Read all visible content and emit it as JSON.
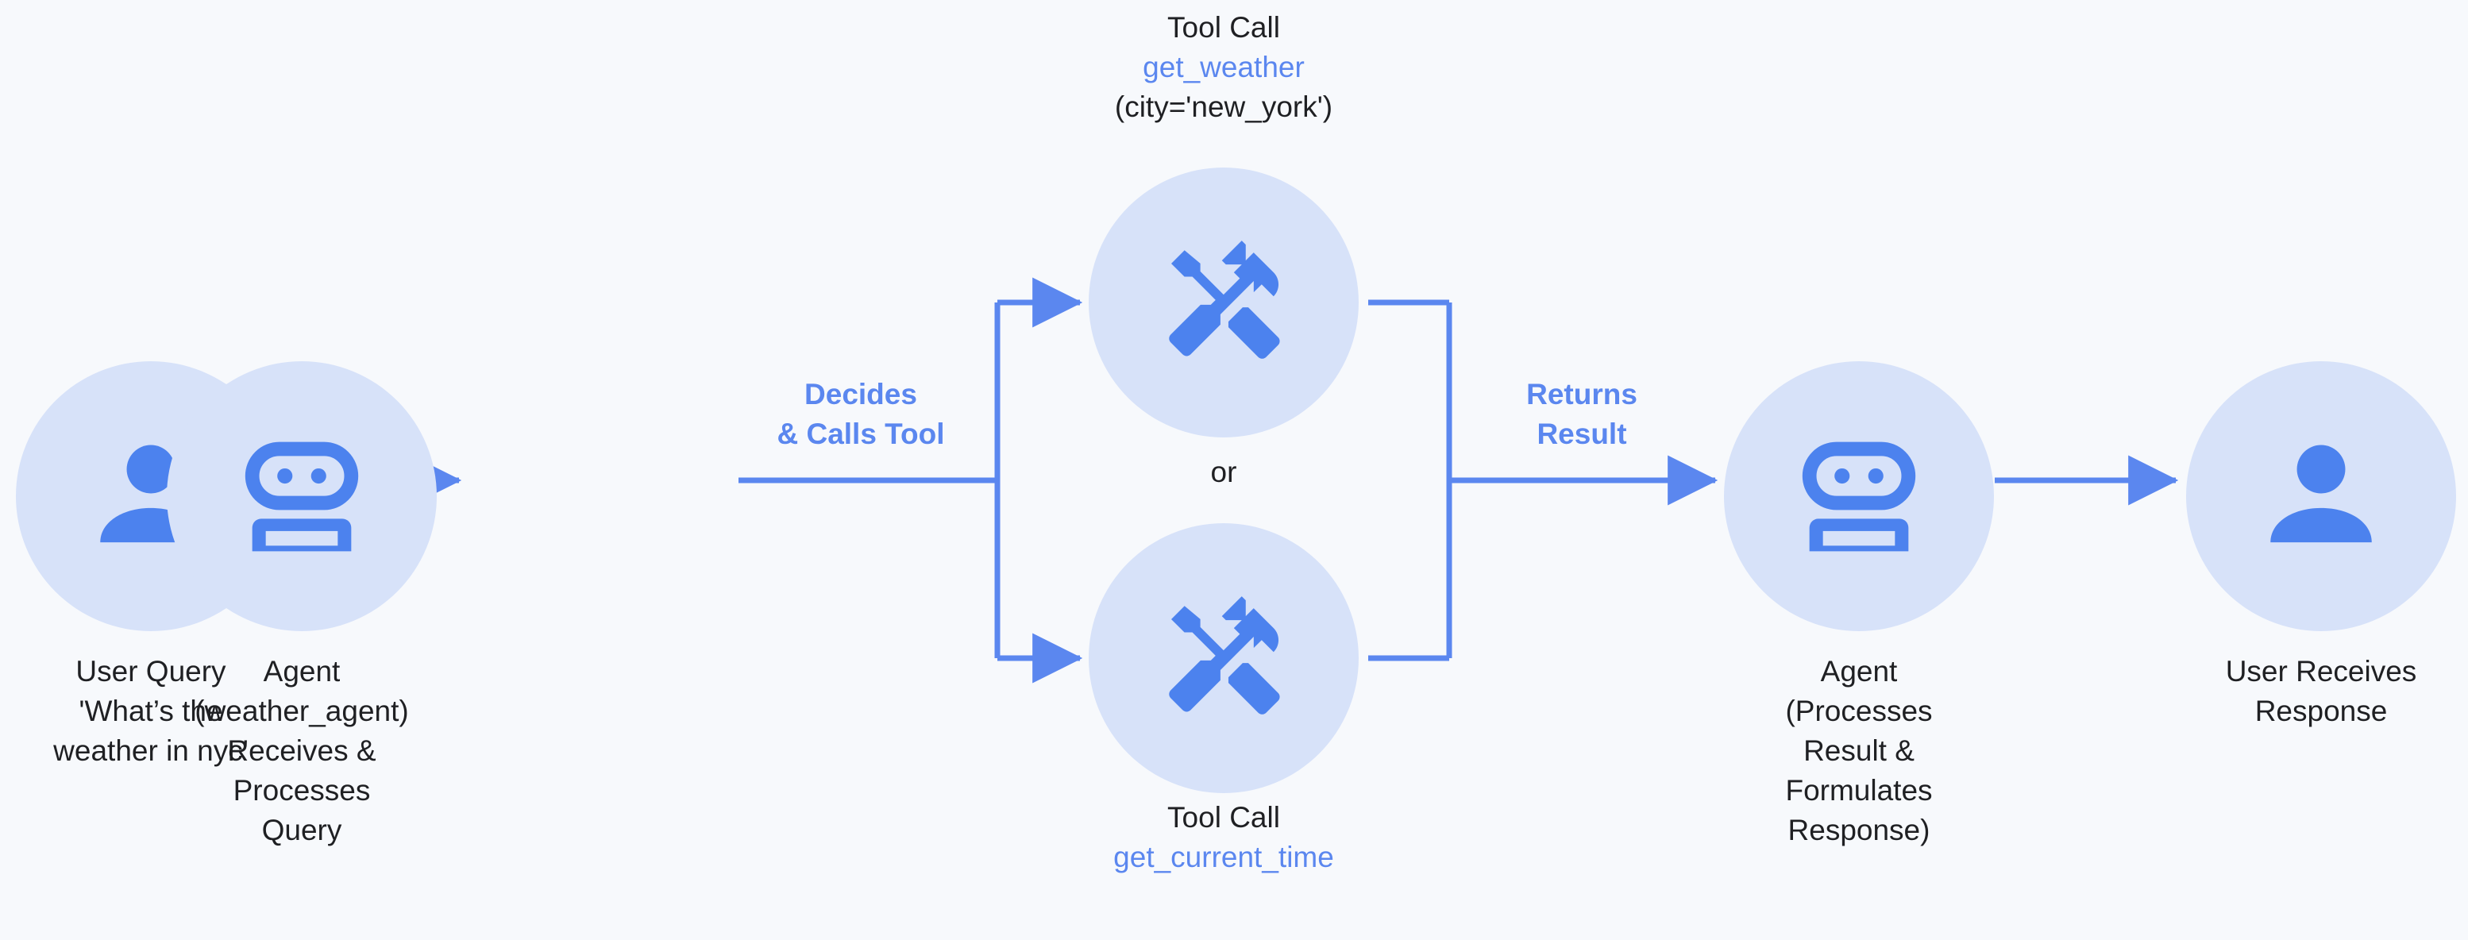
{
  "diagram": {
    "background_color": "#f7f9fc",
    "accent_color": "#5b87ef",
    "icon_color": "#4c82ee",
    "circle_color": "#d7e2f9",
    "text_color": "#1f2023",
    "or_label": "or"
  },
  "nodes": [
    {
      "id": "user-query",
      "icon": "person-icon",
      "caption": "User Query\n'What’s the\nweather in nyc'"
    },
    {
      "id": "agent-receives",
      "icon": "robot-icon",
      "caption": "Agent\n(weather_agent)\nReceives &\nProcesses\nQuery"
    },
    {
      "id": "tool-weather",
      "icon": "tools-icon",
      "caption_line1": "Tool Call",
      "caption_fn": "get_weather",
      "caption_line3": "(city='new_york')"
    },
    {
      "id": "tool-time",
      "icon": "tools-icon",
      "caption_line1": "Tool Call",
      "caption_fn": "get_current_time",
      "caption_line3": ""
    },
    {
      "id": "agent-processes",
      "icon": "robot-icon",
      "caption": "Agent\n(Processes\nResult &\nFormulates\nResponse)"
    },
    {
      "id": "user-receives",
      "icon": "person-icon",
      "caption": "User Receives\nResponse"
    }
  ],
  "edges": [
    {
      "id": "decides-calls-tool",
      "label": "Decides\n& Calls Tool"
    },
    {
      "id": "returns-result",
      "label": "Returns\nResult"
    }
  ]
}
